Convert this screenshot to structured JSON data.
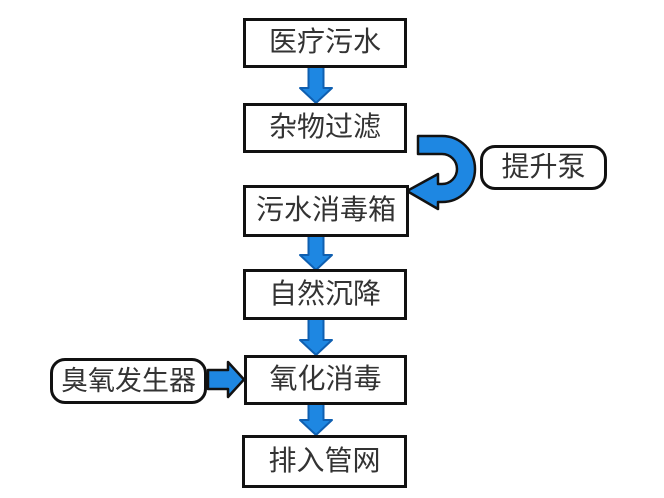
{
  "diagram": {
    "title": "medical wastewater treatment flow",
    "nodes": [
      {
        "id": "medical-sewage",
        "label": "医疗污水",
        "shape": "rect"
      },
      {
        "id": "debris-filter",
        "label": "杂物过滤",
        "shape": "rect"
      },
      {
        "id": "lift-pump",
        "label": "提升泵",
        "shape": "rounded"
      },
      {
        "id": "sewage-disinfection-tank",
        "label": "污水消毒箱",
        "shape": "rect"
      },
      {
        "id": "natural-settling",
        "label": "自然沉降",
        "shape": "rect"
      },
      {
        "id": "ozone-generator",
        "label": "臭氧发生器",
        "shape": "rounded"
      },
      {
        "id": "oxidation-disinfection",
        "label": "氧化消毒",
        "shape": "rect"
      },
      {
        "id": "discharge-pipe-network",
        "label": "排入管网",
        "shape": "rect"
      }
    ],
    "edges": [
      {
        "from": "医疗污水",
        "to": "杂物过滤",
        "type": "straight-down"
      },
      {
        "from": "杂物过滤",
        "to": "污水消毒箱",
        "type": "u-turn-via-lift-pump"
      },
      {
        "from": "污水消毒箱",
        "to": "自然沉降",
        "type": "straight-down"
      },
      {
        "from": "自然沉降",
        "to": "氧化消毒",
        "type": "straight-down"
      },
      {
        "from": "臭氧发生器",
        "to": "氧化消毒",
        "type": "straight-right"
      },
      {
        "from": "氧化消毒",
        "to": "排入管网",
        "type": "straight-down"
      }
    ]
  },
  "colors": {
    "page_bg": "#ffffff",
    "node_bg": "#ffffff",
    "line_color": "#111111",
    "text_color": "#333333",
    "arrow_fill": "#1e87e2",
    "arrow_edge_dark_blue": "#0f5fb0",
    "arrow_edge_black": "#121212"
  }
}
